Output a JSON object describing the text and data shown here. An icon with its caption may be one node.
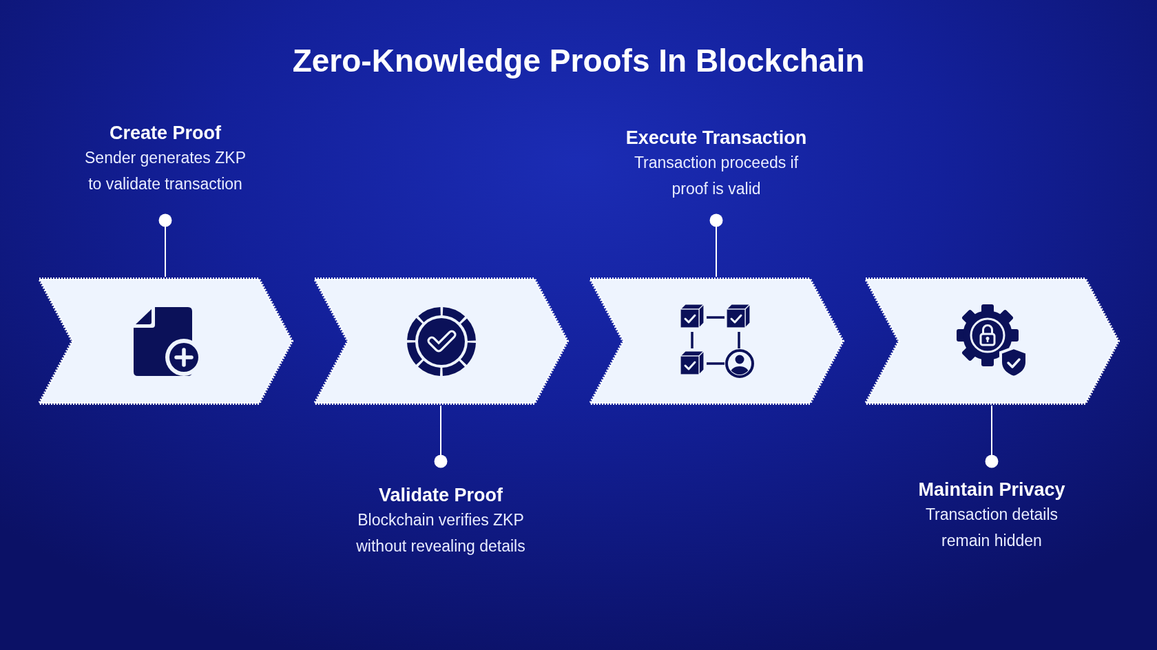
{
  "diagram": {
    "title": "Zero-Knowledge Proofs In Blockchain",
    "nodes": [
      {
        "text": [
          "Create Proof",
          "Sender generates ZKP to validate transaction"
        ]
      },
      {
        "text": [
          "Execute Transaction",
          "Transaction proceeds if proof is valid"
        ]
      },
      {
        "text": [],
        "shape": "chevron"
      },
      {
        "text": [],
        "shape": "chevron"
      },
      {
        "text": [],
        "shape": "chevron"
      },
      {
        "text": [],
        "shape": "chevron"
      },
      {
        "text": [
          "Validate Proof",
          "Blockchain verifies ZKP without revealing details"
        ]
      },
      {
        "text": [
          "Maintain Privacy",
          "Transaction details remain hidden"
        ]
      }
    ],
    "edges": [
      {
        "from": 0,
        "to": 2,
        "arrow": "other"
      },
      {
        "from": 1,
        "to": 4,
        "arrow": "other"
      },
      {
        "from": 6,
        "to": 3,
        "arrow": "other"
      },
      {
        "from": 7,
        "to": 5,
        "arrow": "other"
      }
    ]
  }
}
